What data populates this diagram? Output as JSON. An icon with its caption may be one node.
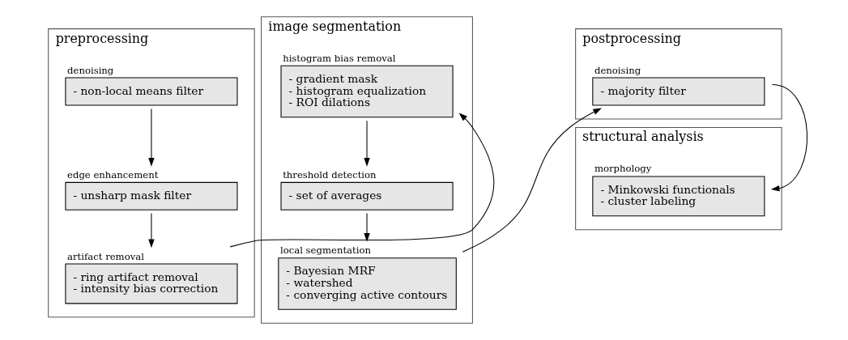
{
  "diagram": {
    "nodes": [
      {
        "text": [
          "preprocessing"
        ]
      },
      {
        "text": [
          "denoising",
          "- non-local means filter"
        ],
        "in": 0
      },
      {
        "text": [
          "edge enhancement",
          "- unsharp mask filter"
        ],
        "in": 0
      },
      {
        "text": [
          "artifact removal",
          "- ring artifact removal",
          "- intensity bias correction"
        ],
        "in": 0
      },
      {
        "text": [
          "image segmentation"
        ]
      },
      {
        "text": [
          "histogram bias removal",
          "- gradient mask",
          "- histogram equalization",
          "- ROI dilations"
        ],
        "in": 4
      },
      {
        "text": [
          "threshold detection",
          "- set of averages"
        ],
        "in": 4
      },
      {
        "text": [
          "local segmentation",
          "- Bayesian MRF",
          "- watershed",
          "- converging active contours"
        ],
        "in": 4
      },
      {
        "text": [
          "postprocessing"
        ]
      },
      {
        "text": [
          "denoising",
          "- majority filter"
        ],
        "in": 8
      },
      {
        "text": [
          "structural analysis"
        ]
      },
      {
        "text": [
          "morphology",
          "- Minkowski functionals",
          "- cluster labeling"
        ],
        "in": 10
      }
    ],
    "edges": [
      {
        "from": 1,
        "to": 2,
        "arrow": "to"
      },
      {
        "from": 2,
        "to": 3,
        "arrow": "to"
      },
      {
        "from": 3,
        "to": 5,
        "arrow": "to"
      },
      {
        "from": 5,
        "to": 6,
        "arrow": "to"
      },
      {
        "from": 6,
        "to": 7,
        "arrow": "to"
      },
      {
        "from": 7,
        "to": 9,
        "arrow": "to"
      },
      {
        "from": 9,
        "to": 11,
        "arrow": "to"
      }
    ]
  }
}
